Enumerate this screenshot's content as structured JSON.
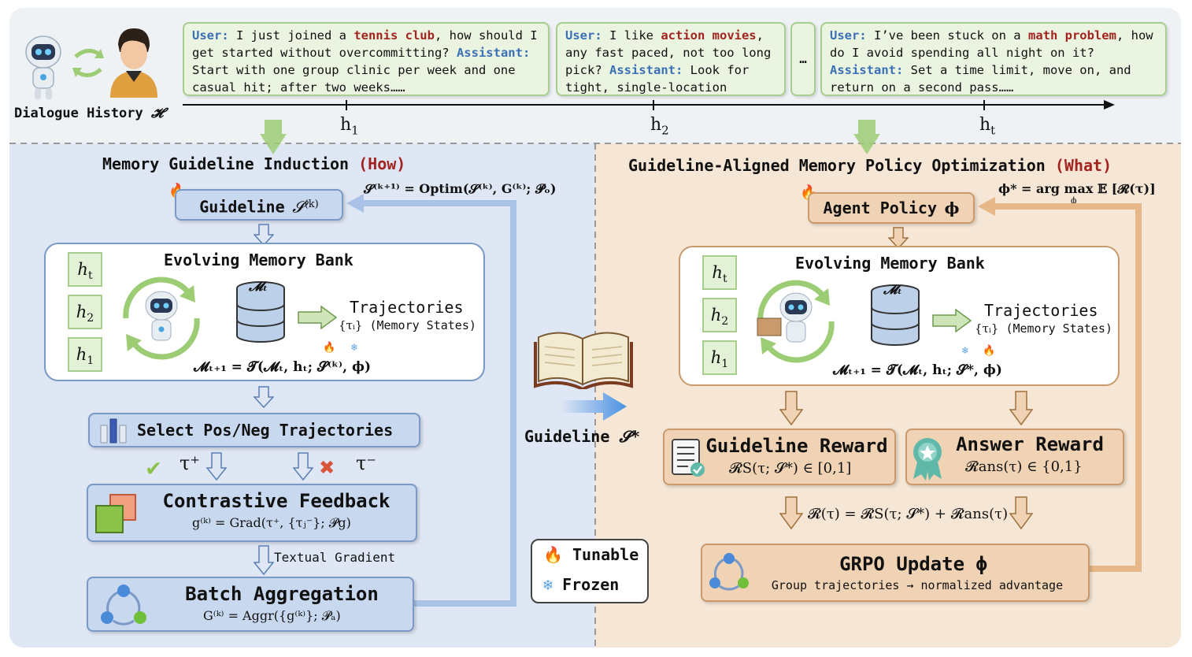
{
  "dialogue": {
    "history_label": "Dialogue History",
    "history_symbol": "𝓗",
    "cards": [
      {
        "user_label": "User:",
        "user_pre": " I just joined a ",
        "user_highlight": "tennis club",
        "user_post": ", how should I get started without overcommitting?",
        "assistant_label": "Assistant:",
        "assistant_text": " Start with one group clinic per week and one casual hit; after two weeks……"
      },
      {
        "user_label": "User:",
        "user_pre": " I like ",
        "user_highlight": "action movies",
        "user_post": ", any fast paced, not too long pick?",
        "assistant_label": "Assistant:",
        "assistant_text": " Look for tight, single-location"
      },
      {
        "user_label": "User:",
        "user_pre": " I’ve been stuck on a ",
        "user_highlight": "math problem",
        "user_post": ", how do I avoid spending all night on it?",
        "assistant_label": "Assistant:",
        "assistant_text": " Set a time limit, move on, and return on a second pass……"
      }
    ],
    "ellipsis": "…",
    "ticks": [
      {
        "var": "h",
        "sub": "1"
      },
      {
        "var": "h",
        "sub": "2"
      },
      {
        "var": "h",
        "sub": "t"
      }
    ]
  },
  "left": {
    "title": "Memory Guideline Induction",
    "title_tag": "(How)",
    "guideline_label": "Guideline",
    "guideline_symbol": "𝓢",
    "guideline_sup": "(k)",
    "optim_formula": "𝓢⁽ᵏ⁺¹⁾ = Optim(𝓢⁽ᵏ⁾, G⁽ᵏ⁾; 𝓟ₒ)",
    "memory_bank_title": "Evolving Memory Bank",
    "memory_symbol": "𝓜ₜ",
    "trajectories_label": "Trajectories",
    "trajectories_sub": "{τᵢ}",
    "memory_states": "(Memory States)",
    "transition": "𝓜ₜ₊₁ = 𝓣(𝓜ₜ, hₜ; 𝓢⁽ᵏ⁾, ϕ)",
    "select_label": "Select Pos/Neg Trajectories",
    "tau_pos": "τ⁺",
    "tau_neg": "τ⁻",
    "contrastive_title": "Contrastive Feedback",
    "contrastive_formula": "g⁽ᵏ⁾ = Grad(τ⁺, {τⱼ⁻}; 𝓟g)",
    "textual_gradient": "Textual Gradient",
    "batch_title": "Batch Aggregation",
    "batch_formula": "G⁽ᵏ⁾ = Aggr({g⁽ᵏ⁾}; 𝓟ₐ)"
  },
  "middle": {
    "guideline_label": "Guideline",
    "guideline_symbol": "𝓢*",
    "legend_tunable": "Tunable",
    "legend_frozen": "Frozen"
  },
  "right": {
    "title": "Guideline-Aligned Memory Policy Optimization",
    "title_tag": "(What)",
    "policy_label": "Agent Policy",
    "policy_symbol": "ϕ",
    "argmax_formula": "ϕ* = arg max 𝔼 [𝓡(τ)]",
    "argmax_sub": "ϕ",
    "memory_bank_title": "Evolving Memory Bank",
    "memory_symbol": "𝓜ₜ",
    "trajectories_label": "Trajectories",
    "trajectories_sub": "{τᵢ}",
    "memory_states": "(Memory States)",
    "transition": "𝓜ₜ₊₁ = 𝓣(𝓜ₜ, hₜ; 𝓢*, ϕ)",
    "guideline_reward_title": "Guideline Reward",
    "guideline_reward_formula": "𝓡S(τ; 𝓢*) ∈ [0,1]",
    "answer_reward_title": "Answer Reward",
    "answer_reward_formula": "𝓡ans(τ) ∈ {0,1}",
    "total_reward": "𝓡(τ) = 𝓡S(τ; 𝓢*) + 𝓡ans(τ)",
    "grpo_title": "GRPO Update ϕ",
    "grpo_sub": "Group trajectories → normalized advantage"
  },
  "colors": {
    "accent_red": "#a3231f",
    "role_blue": "#3b6fb6",
    "left_bg": "#dfe7f4",
    "right_bg": "#f5e6d6",
    "top_bg": "#eef2f4"
  }
}
